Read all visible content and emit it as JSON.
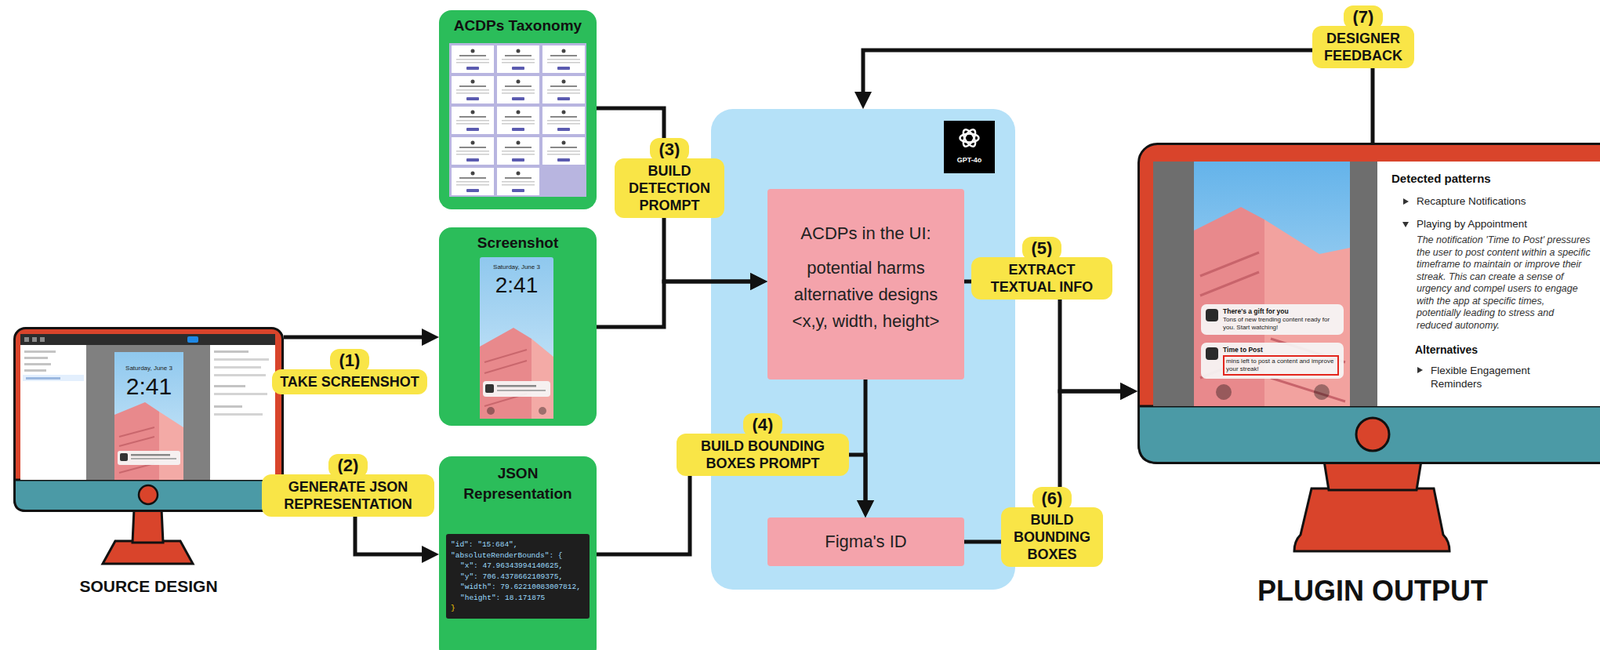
{
  "diagram": {
    "nodes": [
      {
        "text": [
          "Saturday, June 3",
          "2:41",
          "SOURCE DESIGN"
        ]
      },
      {
        "text": [
          "(1)",
          "TAKE SCREENSHOT"
        ]
      },
      {
        "text": [
          "(2)",
          "GENERATE JSON REPRESENTATION"
        ]
      },
      {
        "text": [
          "ACDPs Taxonomy"
        ]
      },
      {
        "text": [
          "Screenshot",
          "Saturday, June 3",
          "2:41"
        ]
      },
      {
        "text": [
          "JSON Representation"
        ]
      },
      {
        "text": [
          "\"id\": \"15:684\",",
          "\"absoluteRenderBounds\": {",
          "\"x\": 47.96343994140625,",
          "\"y\": 706.4378662109375,",
          "\"width\": 79.62210083007812,",
          "\"height\": 18.171875",
          "}"
        ],
        "in": 5
      },
      {
        "text": [
          "(3)",
          "BUILD DETECTION PROMPT"
        ]
      },
      {
        "text": [
          "(4)",
          "BUILD BOUNDING BOXES PROMPT"
        ]
      },
      {
        "text": [
          "GPT-4o"
        ]
      },
      {
        "text": [
          "ACDPs in the UI:",
          "potential harms alternative designs <x,y, width, height>"
        ],
        "in": 9
      },
      {
        "text": [
          "Figma's ID"
        ],
        "in": 9
      },
      {
        "text": [
          "(5)",
          "EXTRACT TEXTUAL INFO"
        ]
      },
      {
        "text": [
          "(6)",
          "BUILD BOUNDING BOXES"
        ]
      },
      {
        "text": [
          "(7)",
          "DESIGNER FEEDBACK"
        ]
      },
      {
        "text": [
          "PLUGIN OUTPUT"
        ]
      },
      {
        "text": [
          "There's a gift for you",
          "Tons of new trending content ready for you. Start watching!"
        ],
        "in": 15
      },
      {
        "text": [
          "Time to Post",
          "mins left to post a content and improve your streak!"
        ],
        "in": 15
      },
      {
        "text": [
          "Detected patterns",
          "Recapture Notifications",
          "Playing by Appointment",
          "The notification 'Time to Post' pressures the user to post content within a specific timeframe to maintain or improve their streak. This can create a sense of urgency and compel users to engage with the app at specific times, potentially leading to stress and reduced autonomy.",
          "Alternatives",
          "Flexible Engagement Reminders"
        ],
        "in": 15
      }
    ],
    "edges": [
      {
        "from": 0,
        "to": 4,
        "arrow": "to"
      },
      {
        "from": 0,
        "to": 5,
        "arrow": "to"
      },
      {
        "from": 3,
        "to": 10,
        "arrow": "to"
      },
      {
        "from": 4,
        "to": 10,
        "arrow": "to"
      },
      {
        "from": 10,
        "to": 11,
        "arrow": "to"
      },
      {
        "from": 5,
        "to": 11,
        "arrow": "to"
      },
      {
        "from": 10,
        "to": 15,
        "arrow": "to"
      },
      {
        "from": 11,
        "to": 15,
        "arrow": "to"
      },
      {
        "from": 15,
        "to": 9,
        "arrow": "to"
      }
    ]
  }
}
